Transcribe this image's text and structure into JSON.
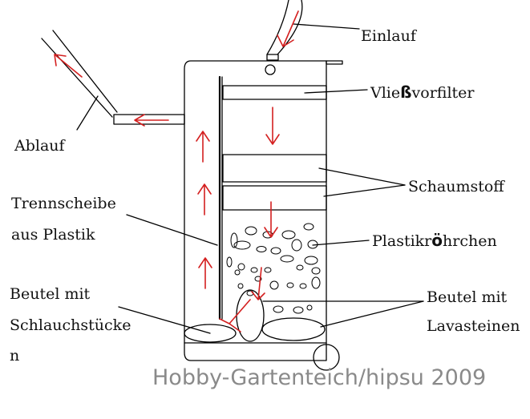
{
  "labels": {
    "einlauf": "Einlauf",
    "vlies_pre": "Vlie",
    "vlies_big": "ß",
    "vlies_post": "vorfilter",
    "ablauf": "Ablauf",
    "schaumstoff": "Schaumstoff",
    "trenn_line1": "Trennscheibe",
    "trenn_line2": "aus Plastik",
    "plastik_pre": "Plastikr",
    "plastik_big": "ö",
    "plastik_post": "hrchen",
    "beutel_sch_line1": "Beutel mit",
    "beutel_sch_line2": "Schlauchstücke",
    "beutel_sch_line3": "n",
    "beutel_lava_line1": "Beutel mit",
    "beutel_lava_line2": "Lavasteinen"
  },
  "watermark": "Hobby-Gartenteich/hipsu 2009",
  "colors": {
    "line": "#000000",
    "flow_arrow": "#d42020",
    "watermark": "#8a8a8a"
  }
}
